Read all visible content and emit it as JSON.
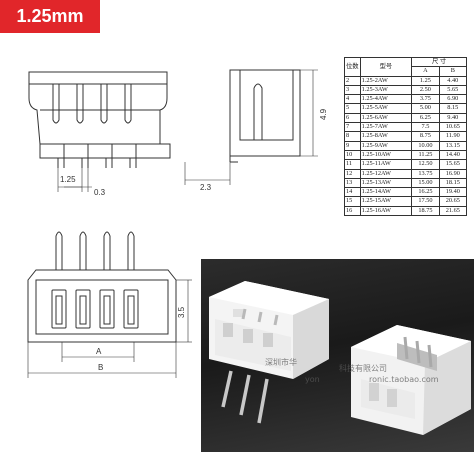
{
  "badge": "1.25mm",
  "dims": {
    "pitch": "1.25",
    "gap": "0.3",
    "depth": "2.3",
    "height": "4.9",
    "height_front": "3.5",
    "label_a": "A",
    "label_b": "B"
  },
  "table": {
    "h_pos": "位数",
    "h_model": "型号",
    "h_dim": "尺 寸",
    "h_a": "A",
    "h_b": "B",
    "rows": [
      {
        "n": "2",
        "model": "1.25-2AW",
        "a": "1.25",
        "b": "4.40"
      },
      {
        "n": "3",
        "model": "1.25-3AW",
        "a": "2.50",
        "b": "5.65"
      },
      {
        "n": "4",
        "model": "1.25-4AW",
        "a": "3.75",
        "b": "6.90"
      },
      {
        "n": "5",
        "model": "1.25-5AW",
        "a": "5.00",
        "b": "8.15"
      },
      {
        "n": "6",
        "model": "1.25-6AW",
        "a": "6.25",
        "b": "9.40"
      },
      {
        "n": "7",
        "model": "1.25-7AW",
        "a": "7.5",
        "b": "10.65"
      },
      {
        "n": "8",
        "model": "1.25-8AW",
        "a": "8.75",
        "b": "11.90"
      },
      {
        "n": "9",
        "model": "1.25-9AW",
        "a": "10.00",
        "b": "13.15"
      },
      {
        "n": "10",
        "model": "1.25-10AW",
        "a": "11.25",
        "b": "14.40"
      },
      {
        "n": "11",
        "model": "1.25-11AW",
        "a": "12.50",
        "b": "15.65"
      },
      {
        "n": "12",
        "model": "1.25-12AW",
        "a": "13.75",
        "b": "16.90"
      },
      {
        "n": "13",
        "model": "1.25-13AW",
        "a": "15.00",
        "b": "18.15"
      },
      {
        "n": "14",
        "model": "1.25-14AW",
        "a": "16.25",
        "b": "19.40"
      },
      {
        "n": "15",
        "model": "1.25-15AW",
        "a": "17.50",
        "b": "20.65"
      },
      {
        "n": "16",
        "model": "1.25-16AW",
        "a": "18.75",
        "b": "21.65"
      }
    ]
  },
  "watermark": {
    "left": "深圳市华",
    "mid": "科技有限公司",
    "bottom": "yon",
    "bottom2": "ronic.taobao.com"
  }
}
